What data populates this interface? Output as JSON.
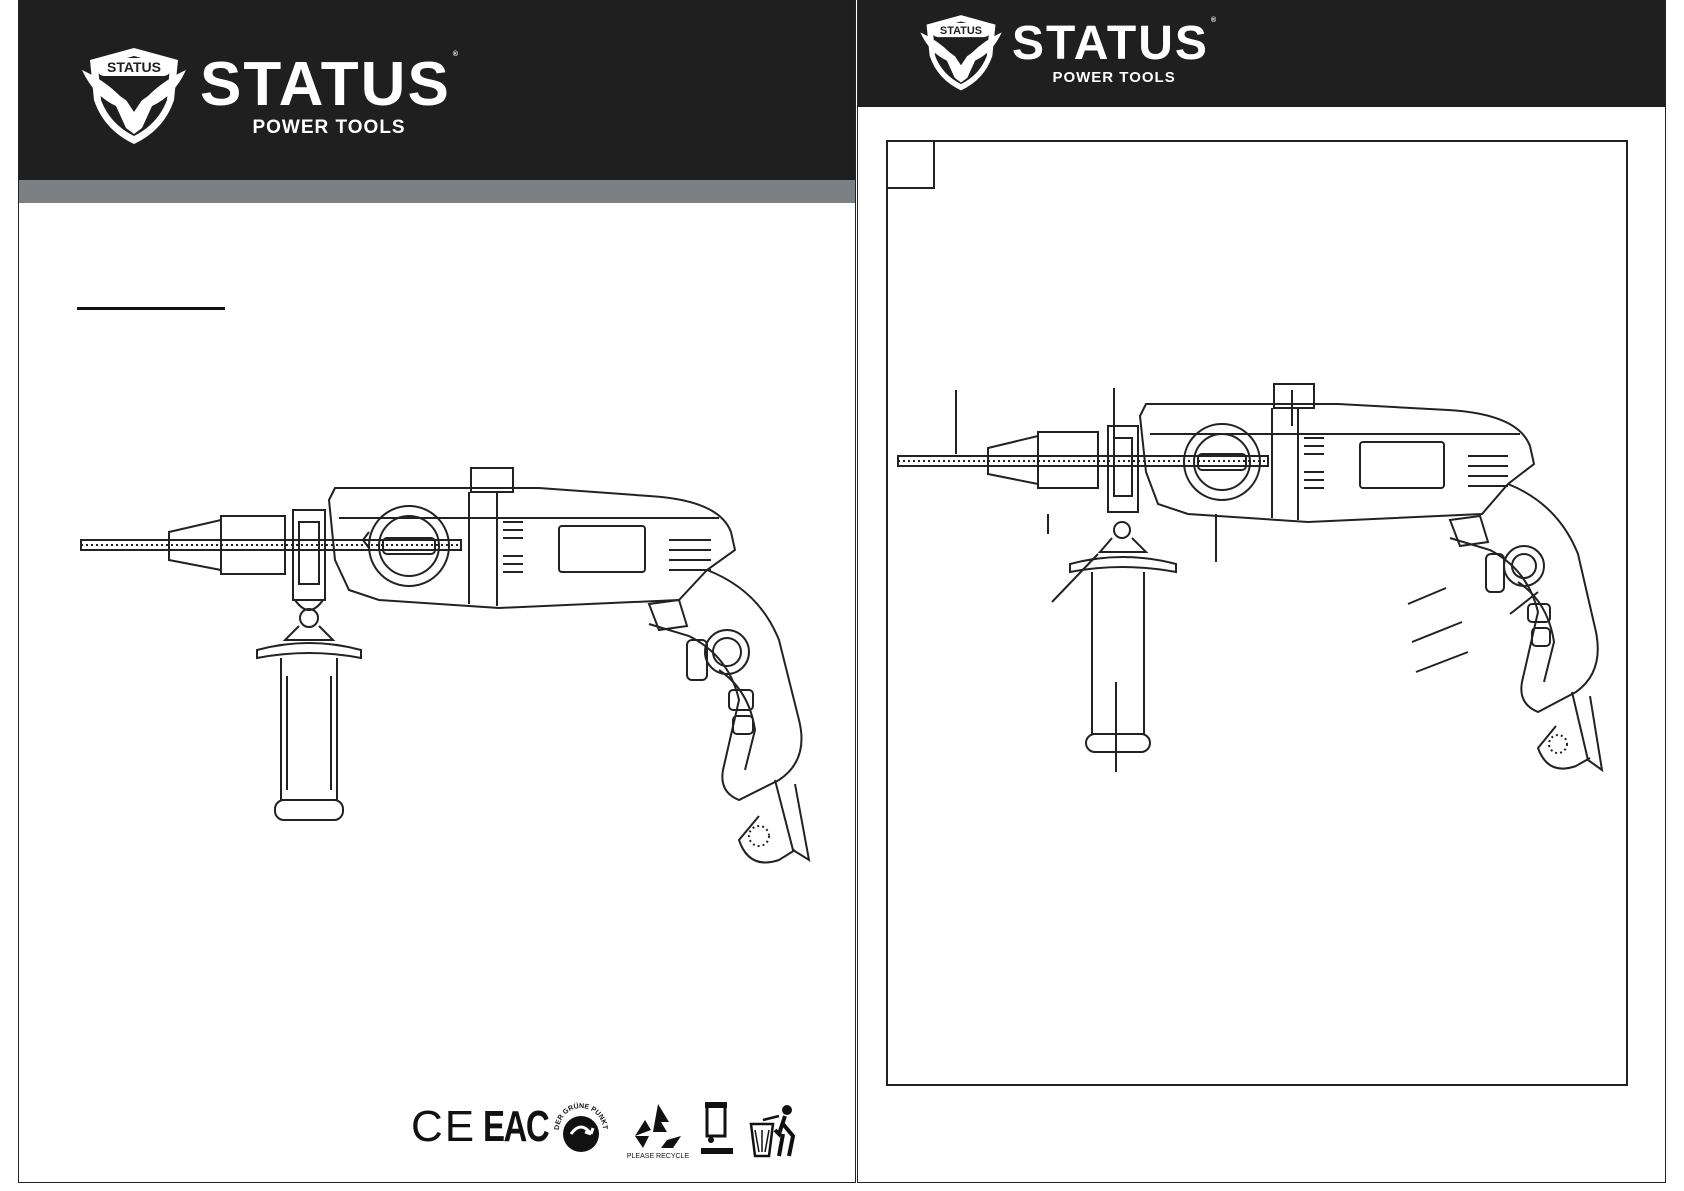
{
  "left_page": {
    "logo": {
      "badge_text": "STATUS",
      "brand": "STATUS",
      "registered": "®",
      "tagline": "POWER TOOLS"
    },
    "certification_marks": {
      "ce": "CE",
      "eac": "EAC",
      "green_dot_text": "DER GRÜNE PUNKT",
      "recycle_text": "PLEASE RECYCLE"
    }
  },
  "right_page": {
    "logo": {
      "badge_text": "STATUS",
      "brand": "STATUS",
      "registered": "®",
      "tagline": "POWER TOOLS"
    }
  },
  "colors": {
    "header_dark": "#1f1f1f",
    "header_grey": "#7c8083",
    "line": "#222222"
  },
  "icons": [
    "eagle-shield-logo-icon",
    "ce-mark-icon",
    "eac-mark-icon",
    "green-dot-icon",
    "recycle-icon",
    "weee-bin-icon",
    "tidyman-icon"
  ]
}
